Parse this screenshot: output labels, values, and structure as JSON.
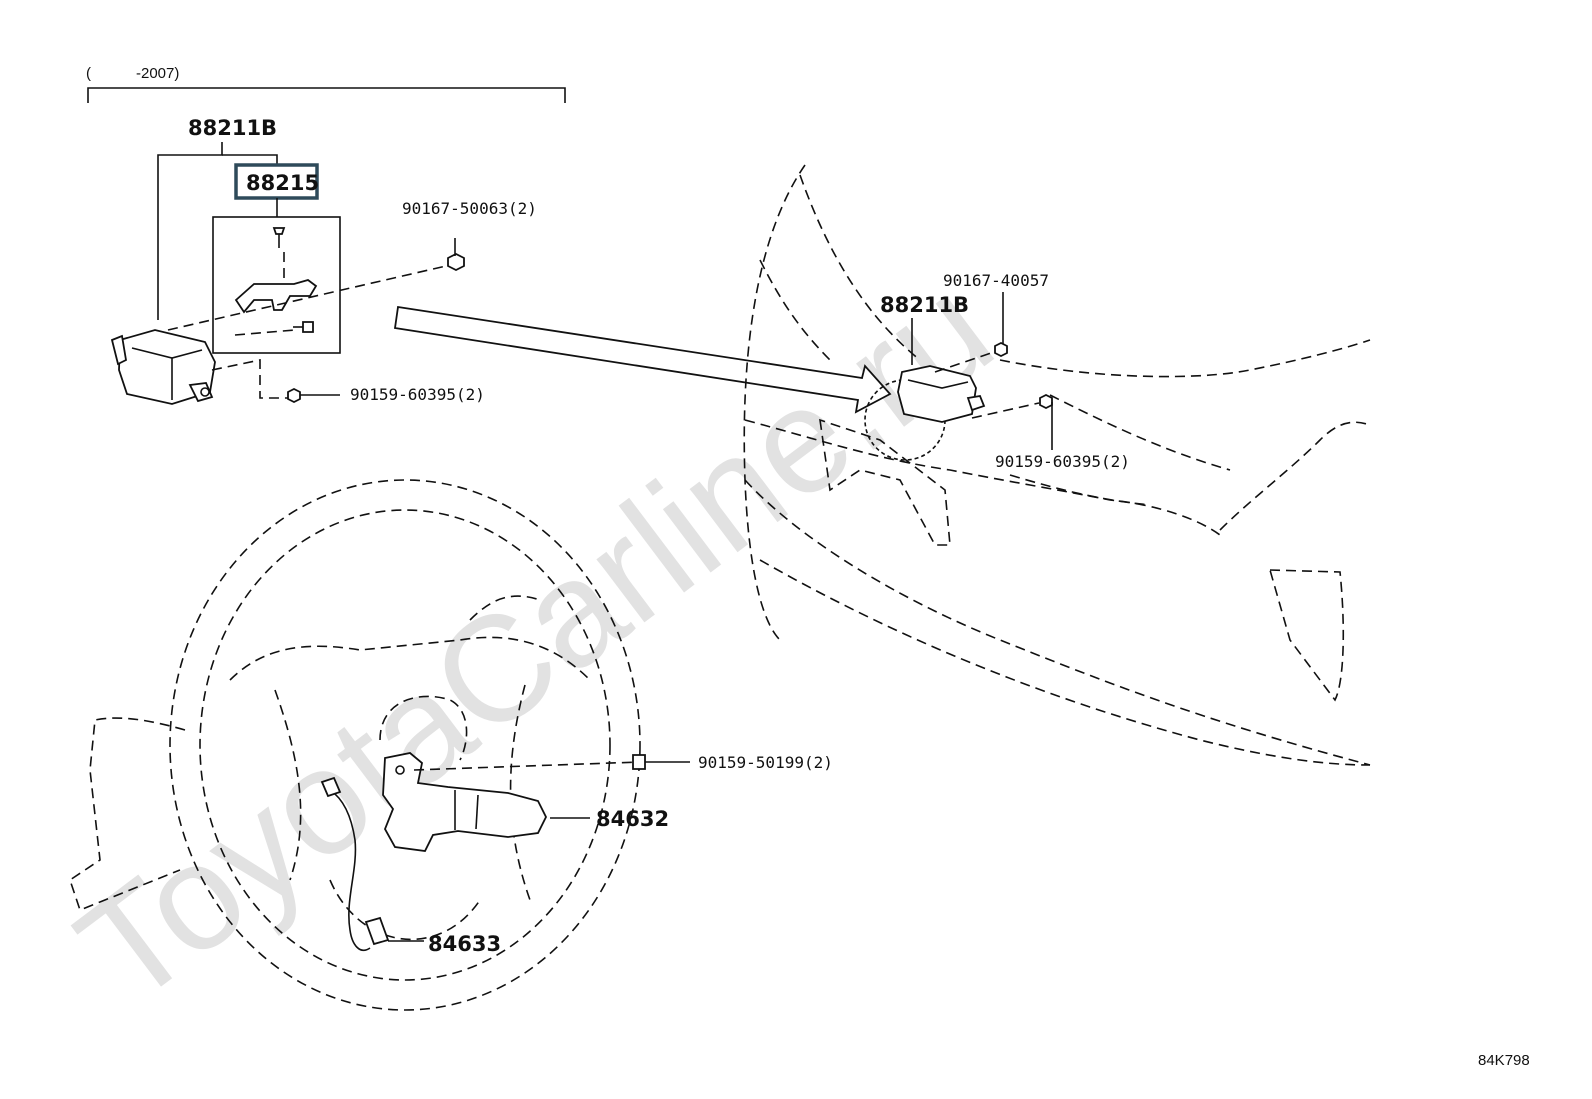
{
  "diagram": {
    "date_range_label": "(　　　-2007)",
    "part_labels": {
      "assembly_left": "88211B",
      "sensor_highlighted": "88215",
      "bolt_top": "90167-50063(2)",
      "bolt_left_bottom": "90159-60395(2)",
      "assembly_right": "88211B",
      "bolt_right_top": "90167-40057",
      "bolt_right_bottom": "90159-60395(2)",
      "screw_wheel": "90159-50199(2)",
      "cruise_switch": "84632",
      "switch_connector": "84633"
    },
    "reference_code": "84K798",
    "watermark": "ToyotaCarline.ru",
    "colors": {
      "highlight_border": "#2e4a5a",
      "line": "#111111",
      "watermark": "#e2e2e2"
    }
  }
}
